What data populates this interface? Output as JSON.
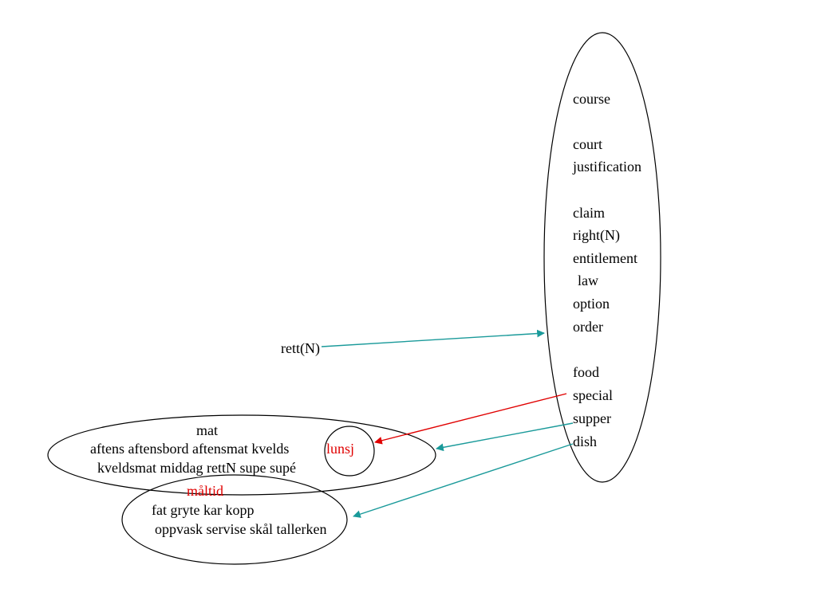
{
  "diagram": {
    "source_word": "rett(N)",
    "senses": [
      "course",
      "court",
      "justification",
      "claim",
      "right(N)",
      "entitlement",
      "law",
      "option",
      "order",
      "food",
      "special",
      "supper",
      "dish"
    ],
    "mat_cluster": {
      "head": "mat",
      "line1": "aftens aftensbord aftensmat kvelds",
      "line2": "kveldsmat middag rettN supe supé"
    },
    "lunsj_label": "lunsj",
    "dish_cluster": {
      "head": "måltid",
      "line1": "fat gryte kar kopp",
      "line2": "oppvask servise skål tallerken"
    },
    "colors": {
      "red": "#e00000",
      "teal": "#1a9a9a",
      "black": "#000000"
    }
  }
}
